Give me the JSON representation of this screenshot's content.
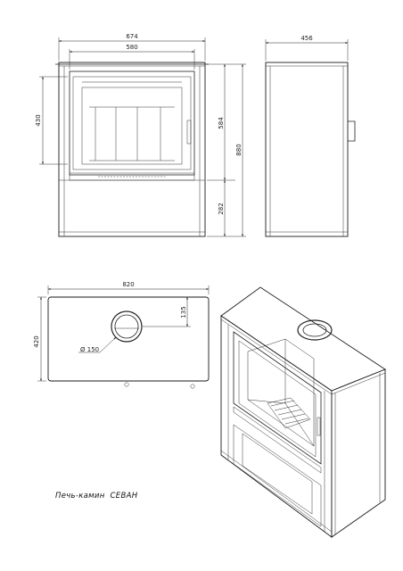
{
  "front_view": {
    "width_total": "674",
    "width_inner": "580",
    "height_window": "430",
    "height_upper": "584",
    "height_total": "880",
    "height_lower": "282"
  },
  "side_view": {
    "depth": "456"
  },
  "top_view": {
    "width": "820",
    "depth": "420",
    "flue_offset": "135",
    "flue_diameter": "Ø 150"
  },
  "caption": "Печь-камин  СЕВАН"
}
